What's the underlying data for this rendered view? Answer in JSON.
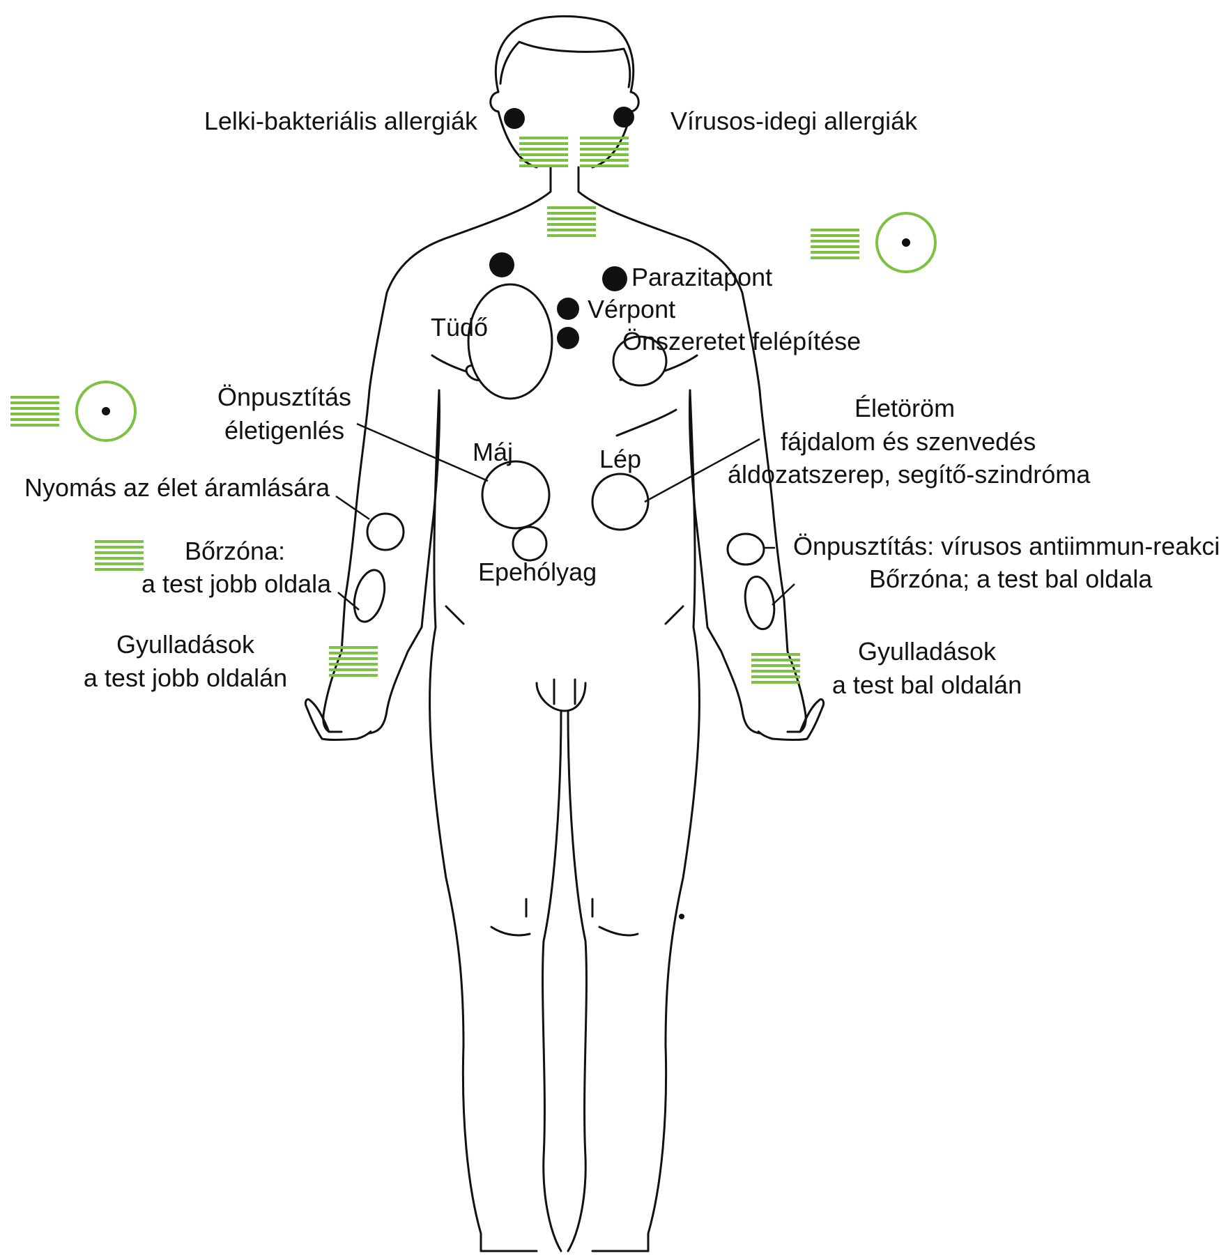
{
  "labels": {
    "allergy_left": "Lelki-bakteriális allergiák",
    "allergy_right": "Vírusos-idegi allergiák",
    "parasite_point": "Parazitapont",
    "blood_point": "Vérpont",
    "lung": "Tüdő",
    "self_love": "Önszeretet felépítése",
    "self_destruction_line1": "Önpusztítás",
    "self_destruction_line2": "életigenlés",
    "joy_line1": "Életöröm",
    "joy_line2": "fájdalom és szenvedés",
    "joy_line3": "áldozatszerep, segítő-szindróma",
    "liver": "Máj",
    "spleen": "Lép",
    "pressure_life_flow": "Nyomás az élet áramlására",
    "viral_reaction": "Önpusztítás: vírusos antiimmun-reakció",
    "skin_zone_right_line1": "Bőrzóna:",
    "skin_zone_right_line2": "a test jobb oldala",
    "skin_zone_left": "Bőrzóna; a test bal oldala",
    "gallbladder": "Epehólyag",
    "inflammation_right_line1": "Gyulladások",
    "inflammation_right_line2": "a test jobb oldalán",
    "inflammation_left_line1": "Gyulladások",
    "inflammation_left_line2": "a test bal oldalán"
  },
  "legend": {
    "zone_marker": "green-striped-zone-icon",
    "point_marker": "target-circle-icon"
  },
  "colors": {
    "zone_green": "#7cc242",
    "line": "#111111",
    "background": "#ffffff"
  }
}
